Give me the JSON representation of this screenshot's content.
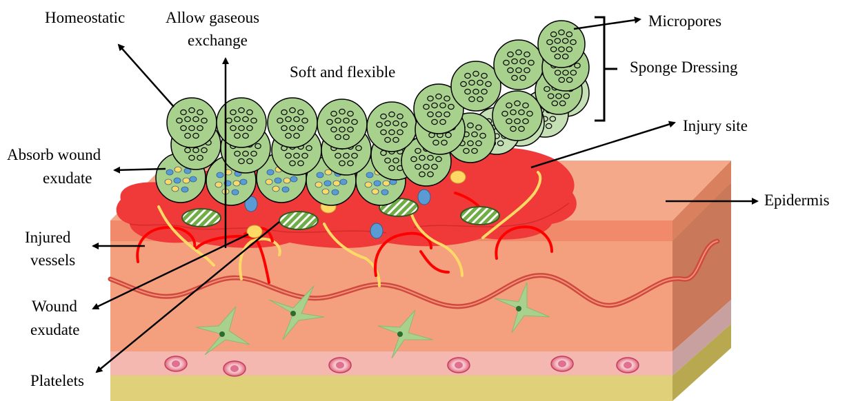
{
  "labels": {
    "homeostatic": "Homeostatic",
    "allow_gas_1": "Allow gaseous",
    "allow_gas_2": "exchange",
    "soft_flexible": "Soft and flexible",
    "micropores": "Micropores",
    "sponge_dressing": "Sponge Dressing",
    "injury_site": "Injury site",
    "absorb_1": "Absorb wound",
    "absorb_2": "exudate",
    "epidermis": "Epidermis",
    "injured_1": "Injured",
    "injured_2": "vessels",
    "wound_1": "Wound",
    "wound_2": "exudate",
    "platelets": "Platelets"
  },
  "colors": {
    "sponge_fill": "#a9d18e",
    "sponge_back_fill": "#c5e0b4",
    "sponge_stroke": "#000000",
    "blood_clot": "#f03a3a",
    "epidermis_top": "#f4a98a",
    "epidermis_front": "#f08a6a",
    "dermis": "#f4a07e",
    "skin_side": "#c9795a",
    "basal_layer": "#f4b8b0",
    "hypodermis": "#e0d07a",
    "vessel_red": "#ff0000",
    "vessel_yellow": "#ffd966",
    "platelet_green": "#70ad47",
    "cell_green": "#a9d18e",
    "blue_cell": "#5b9bd5",
    "wavy_vessel": "#d04a3a",
    "ring_cell": "#e0707a"
  }
}
